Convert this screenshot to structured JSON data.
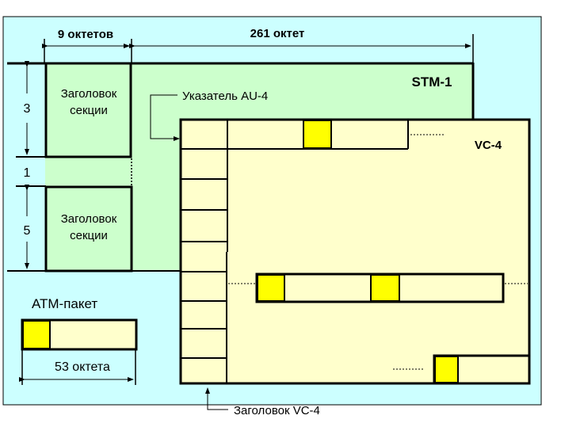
{
  "diagram": {
    "title": "STM-1",
    "colors": {
      "background": "#ccffff",
      "stm_fill": "#ccffcc",
      "vc_fill": "#ffffcc",
      "atm_header": "#ffff00",
      "line": "#000000"
    },
    "dimensions": {
      "overhead_width": "9 октетов",
      "payload_width": "261 октет"
    },
    "rows": {
      "upper": "3",
      "pointer": "1",
      "lower": "5"
    },
    "labels": {
      "section_header_top": [
        "Заголовок",
        "секции"
      ],
      "section_header_bottom": [
        "Заголовок",
        "секции"
      ],
      "au4_pointer": "Указатель AU-4",
      "stm": "STM-1",
      "vc4": "VC-4",
      "vc4_header": "Заголовок VC-4",
      "atm_packet": "АТМ-пакет",
      "atm_length": "53 октета"
    }
  }
}
